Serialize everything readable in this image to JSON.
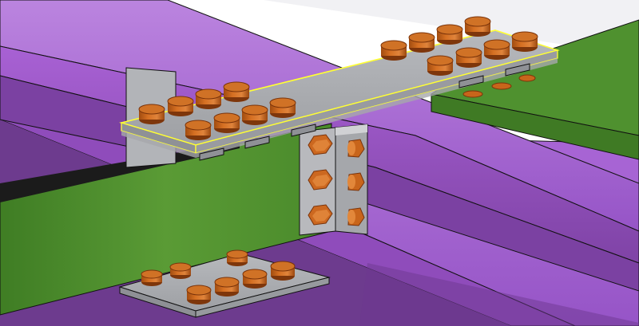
{
  "viewport": {
    "background": "#ffffff",
    "selected_part": "top-flange-plate"
  },
  "colors": {
    "beam_purple": "#a45fd0",
    "beam_purple_dark": "#7f43a6",
    "beam_purple_light": "#bd86e1",
    "beam_green": "#4f8f2e",
    "beam_green_dark": "#3d7323",
    "beam_green_light": "#67aa3f",
    "plate_gray": "#a7a9ad",
    "plate_gray_light": "#c3c5c8",
    "plate_gray_dark": "#8b8d92",
    "bolt_orange": "#c8651b",
    "bolt_orange_dark": "#8e3f0b",
    "bolt_orange_light": "#e2873a",
    "selection_yellow": "#ffff33",
    "edge_black": "#111111"
  },
  "model": {
    "top_plate_bolt_groups": [
      {
        "name": "left-group",
        "count": 8
      },
      {
        "name": "right-group",
        "count": 8
      }
    ],
    "shear_tab_bolts": 3,
    "angle_bolts": 3,
    "bottom_plate_bolts": 7
  }
}
